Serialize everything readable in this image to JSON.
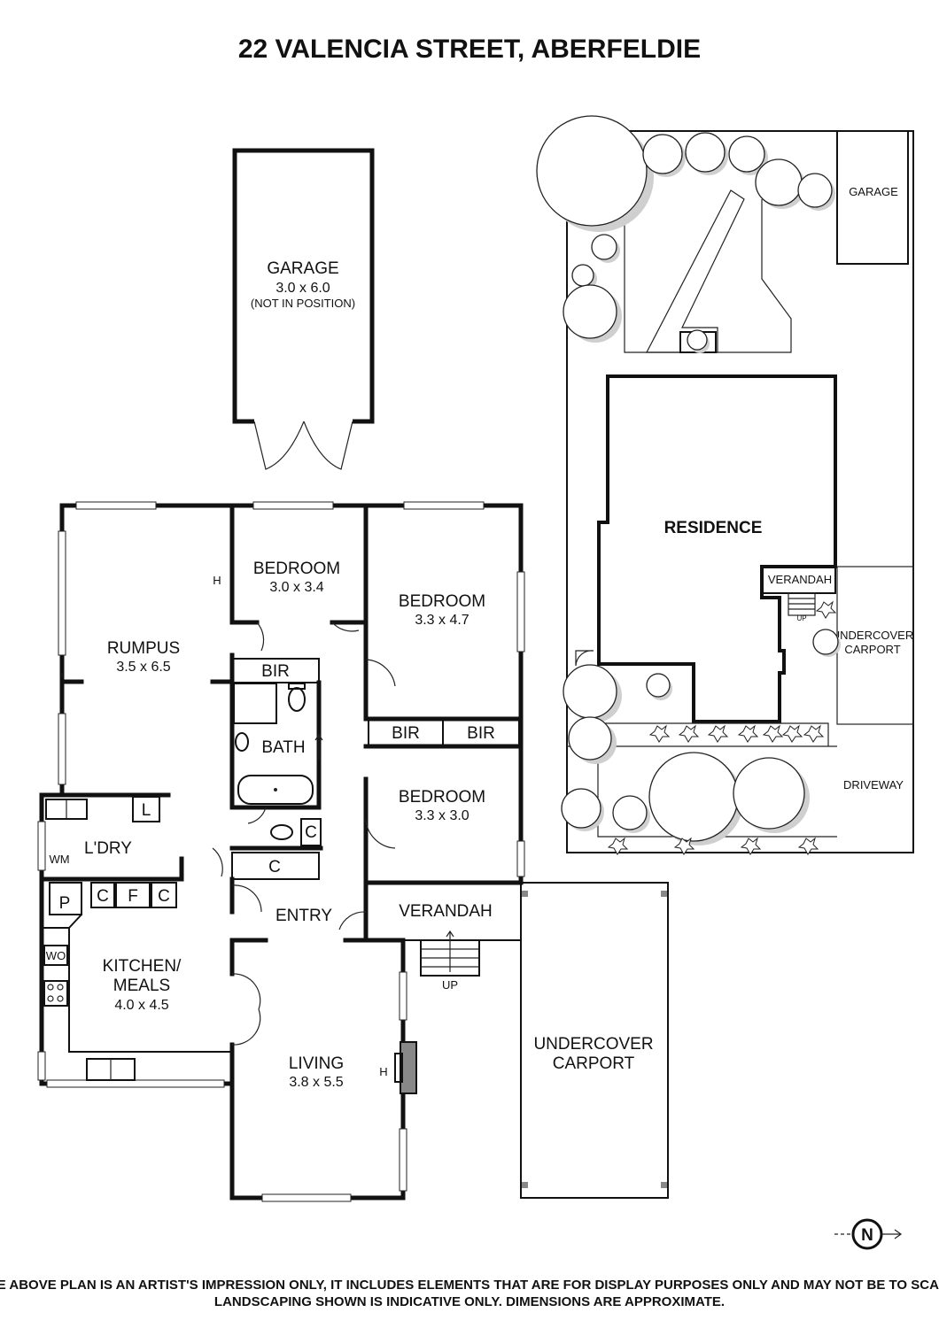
{
  "title": "22 VALENCIA STREET, ABERFELDIE",
  "floor_plan": {
    "garage": {
      "name": "GARAGE",
      "dims": "3.0 x 6.0",
      "note": "(NOT IN POSITION)"
    },
    "rumpus": {
      "name": "RUMPUS",
      "dims": "3.5 x 6.5"
    },
    "bedroom1": {
      "name": "BEDROOM",
      "dims": "3.0 x 3.4"
    },
    "bedroom2": {
      "name": "BEDROOM",
      "dims": "3.3 x 4.7"
    },
    "bedroom3": {
      "name": "BEDROOM",
      "dims": "3.3 x 3.0"
    },
    "bir": "BIR",
    "bath": "BATH",
    "laundry": "L'DRY",
    "wm": "WM",
    "l": "L",
    "c": "C",
    "f": "F",
    "p": "P",
    "wo": "WO",
    "h": "H",
    "entry": "ENTRY",
    "verandah": "VERANDAH",
    "up": "UP",
    "kitchen": {
      "name_line1": "KITCHEN/",
      "name_line2": "MEALS",
      "dims": "4.0 x 4.5"
    },
    "living": {
      "name": "LIVING",
      "dims": "3.8 x 5.5"
    },
    "carport": {
      "line1": "UNDERCOVER",
      "line2": "CARPORT"
    }
  },
  "site_plan": {
    "garage": "GARAGE",
    "residence": "RESIDENCE",
    "verandah": "VERANDAH",
    "up": "UP",
    "carport_line1": "UNDERCOVER",
    "carport_line2": "CARPORT",
    "driveway": "DRIVEWAY"
  },
  "north_label": "N",
  "disclaimer": {
    "line1": "THE ABOVE PLAN IS AN ARTIST'S IMPRESSION ONLY, IT INCLUDES ELEMENTS THAT ARE FOR DISPLAY PURPOSES ONLY AND MAY NOT BE TO SCALE.",
    "line2": "LANDSCAPING SHOWN IS INDICATIVE ONLY. DIMENSIONS ARE APPROXIMATE."
  }
}
